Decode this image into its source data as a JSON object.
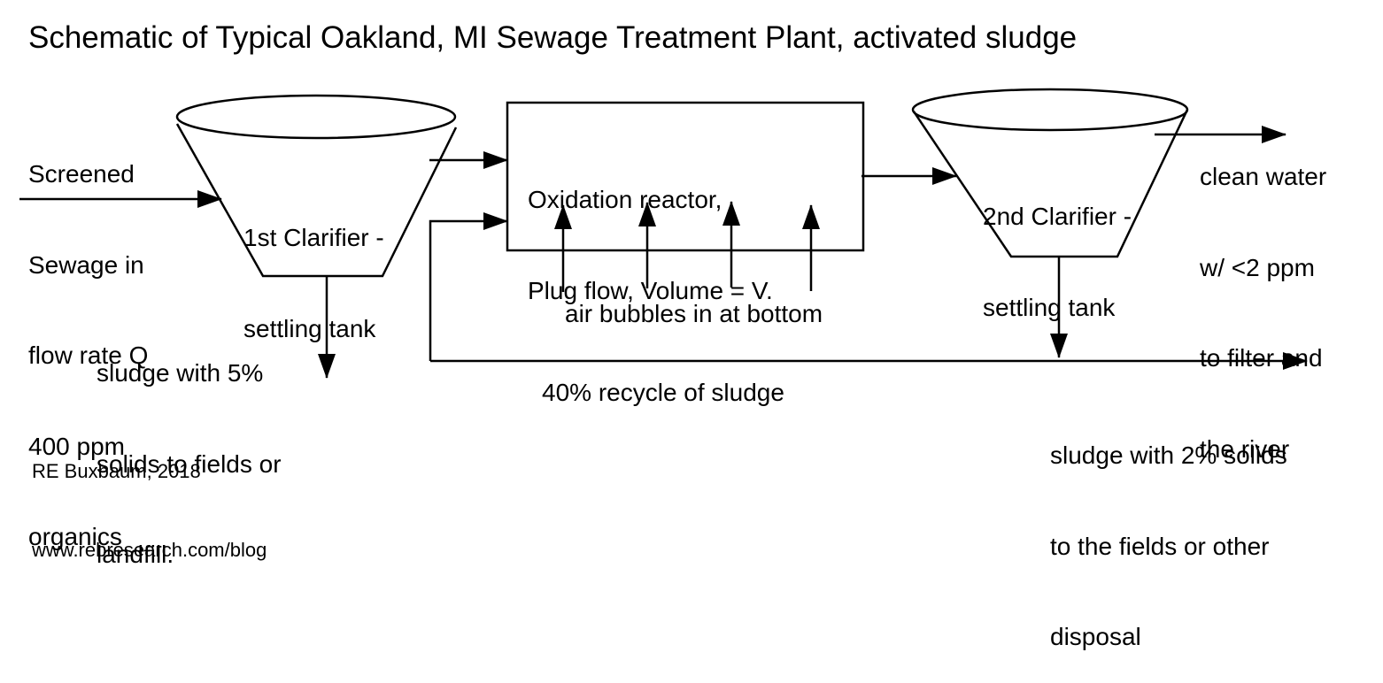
{
  "title": "Schematic of Typical Oakland, MI Sewage Treatment Plant, activated sludge",
  "inlet": {
    "lines": [
      "Screened",
      "Sewage in",
      "flow rate Q",
      "400 ppm",
      "organics"
    ]
  },
  "clarifier1": {
    "lines": [
      "1st Clarifier -",
      "settling tank"
    ]
  },
  "reactor": {
    "lines": [
      "Oxidation reactor,",
      "Plug flow, Volume = V."
    ],
    "air_label": "air bubbles in at bottom"
  },
  "clarifier2": {
    "lines": [
      "2nd Clarifier -",
      "settling tank"
    ]
  },
  "outlet": {
    "lines": [
      "clean water",
      "w/ <2 ppm",
      "to filter and",
      "the river"
    ]
  },
  "sludge1": {
    "lines": [
      "sludge with 5%",
      "solids to fields or",
      "landfill."
    ]
  },
  "recycle": {
    "label": "40% recycle of sludge"
  },
  "sludge2": {
    "lines": [
      "sludge with 2% solids",
      "to the fields or other",
      "disposal"
    ]
  },
  "credit": {
    "author": "RE Buxbaum, 2018",
    "url": "www.rebresearch.com/blog"
  },
  "colors": {
    "stroke": "#000000",
    "background": "#ffffff"
  }
}
